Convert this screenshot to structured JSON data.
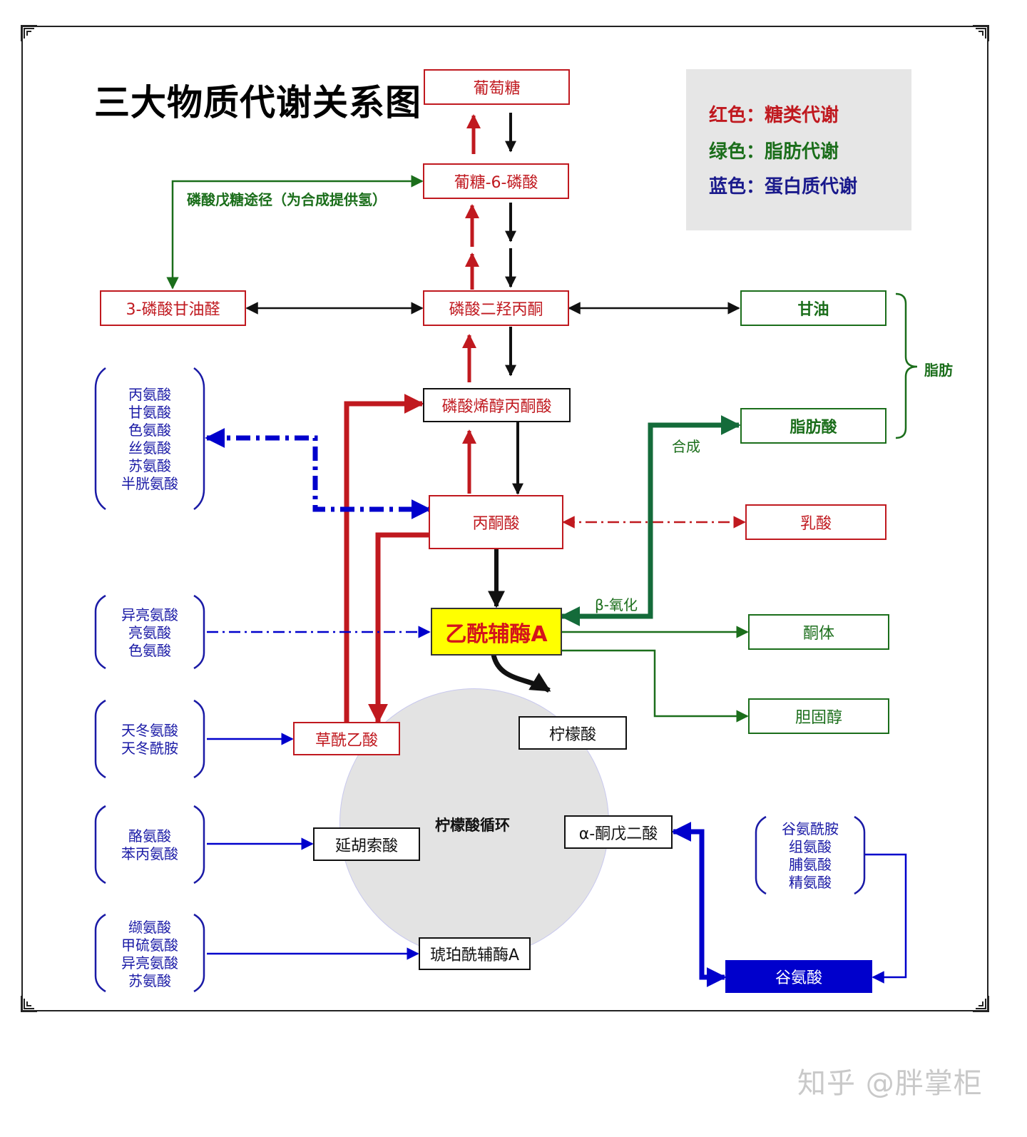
{
  "title": "三大物质代谢关系图",
  "legend": {
    "items": [
      {
        "text": "红色：糖类代谢",
        "color": "#c0191f"
      },
      {
        "text": "绿色：脂肪代谢",
        "color": "#1b6e1b"
      },
      {
        "text": "蓝色：蛋白质代谢",
        "color": "#1a1a8c"
      }
    ]
  },
  "nodes": {
    "glucose": "葡萄糖",
    "g6p": "葡糖-6-磷酸",
    "g3p": "3-磷酸甘油醛",
    "dhap": "磷酸二羟丙酮",
    "glycerol": "甘油",
    "fatty_acid": "脂肪酸",
    "pep": "磷酸烯醇丙酮酸",
    "pyruvate": "丙酮酸",
    "lactate": "乳酸",
    "acetyl_coa": "乙酰辅酶A",
    "ketone": "酮体",
    "cholesterol": "胆固醇",
    "oxaloacetate": "草酰乙酸",
    "citrate": "柠檬酸",
    "fumarate": "延胡索酸",
    "akg": "α-酮戊二酸",
    "succinyl_coa": "琥珀酰辅酶A",
    "glutamate": "谷氨酸"
  },
  "labels": {
    "ppp": "磷酸戊糖途径（为合成提供氢）",
    "fat": "脂肪",
    "synthesis": "合成",
    "beta_ox": "β-氧化",
    "cycle": "柠檬酸循环"
  },
  "amino_groups": {
    "to_pyruvate": [
      "丙氨酸",
      "甘氨酸",
      "色氨酸",
      "丝氨酸",
      "苏氨酸",
      "半胱氨酸"
    ],
    "to_acetyl": [
      "异亮氨酸",
      "亮氨酸",
      "色氨酸"
    ],
    "to_oxaloacetate": [
      "天冬氨酸",
      "天冬酰胺"
    ],
    "to_fumarate": [
      "酪氨酸",
      "苯丙氨酸"
    ],
    "to_succinyl": [
      "缬氨酸",
      "甲硫氨酸",
      "异亮氨酸",
      "苏氨酸"
    ],
    "to_glutamate": [
      "谷氨酰胺",
      "组氨酸",
      "脯氨酸",
      "精氨酸"
    ]
  },
  "watermark": "知乎 @胖掌柜",
  "colors": {
    "red": "#c0191f",
    "green": "#1b6e1b",
    "blue": "#0000cc",
    "black": "#111111"
  }
}
